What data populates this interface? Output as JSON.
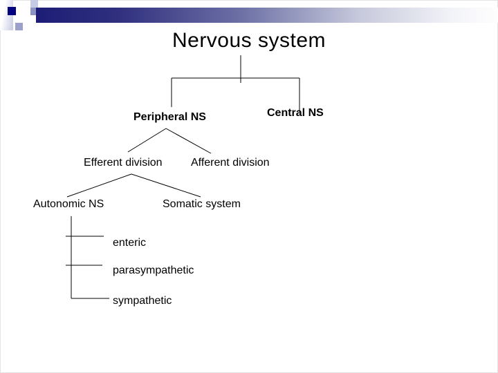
{
  "slide": {
    "title": "Nervous system"
  },
  "diagram": {
    "nodes": {
      "peripheral": "Peripheral NS",
      "central": "Central NS",
      "efferent": "Efferent division",
      "afferent": "Afferent division",
      "autonomic": "Autonomic NS",
      "somatic": "Somatic system",
      "enteric": "enteric",
      "parasympathetic": "parasympathetic",
      "sympathetic": "sympathetic"
    }
  },
  "colors": {
    "accent-navy": "#000080",
    "bar-dark": "#1d1d76",
    "bar-mid": "#6e72a6",
    "bar-light": "#f2f3f8",
    "square-lavender": "#c6cae2",
    "square-slate": "#8d93c0",
    "square-purple": "#9ba1cb",
    "line": "#000000",
    "text": "#000000"
  }
}
